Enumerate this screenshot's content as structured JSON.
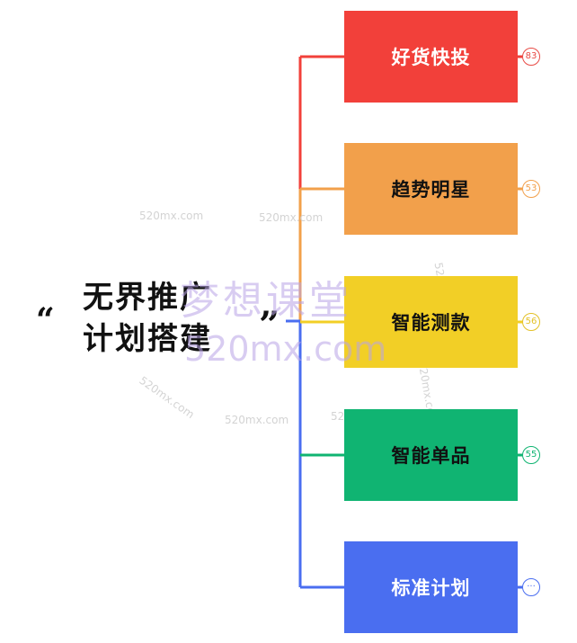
{
  "root": {
    "title_line1": "无界推广",
    "title_line2": "计划搭建",
    "quote_open": "“",
    "quote_close": "”"
  },
  "nodes": [
    {
      "label": "好货快投",
      "color": "#f2403a",
      "text_color": "#ffffff",
      "badge": "83",
      "badge_color": "#e84a45"
    },
    {
      "label": "趋势明星",
      "color": "#f2a04b",
      "text_color": "#111111",
      "badge": "53",
      "badge_color": "#f2a04b"
    },
    {
      "label": "智能测款",
      "color": "#f2cf26",
      "text_color": "#111111",
      "badge": "56",
      "badge_color": "#e3c127"
    },
    {
      "label": "智能单品",
      "color": "#10b472",
      "text_color": "#111111",
      "badge": "55",
      "badge_color": "#10b472"
    },
    {
      "label": "标准计划",
      "color": "#4a6ef0",
      "text_color": "#ffffff",
      "badge": "···",
      "badge_color": "#4a6ef0"
    }
  ],
  "connector_colors": {
    "trunk_top": "#f2403a",
    "trunk_mid": "#f2a04b",
    "trunk_low": "#f2cf26",
    "trunk_bottom": "#4a6ef0"
  },
  "watermarks": {
    "small": "520mx.com",
    "big_line1": "梦想课堂",
    "big_line2": "520mx.com"
  }
}
